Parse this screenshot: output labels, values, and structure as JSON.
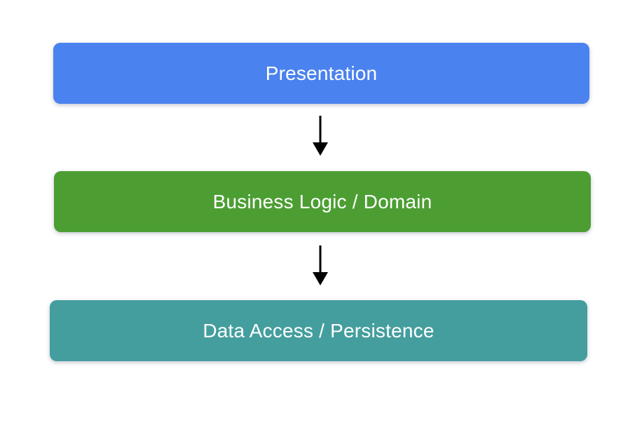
{
  "diagram": {
    "kind": "layered-architecture",
    "background_color": "#ffffff",
    "text_color": "#ffffff",
    "arrow_color": "#000000",
    "layers": [
      {
        "id": "presentation",
        "label": "Presentation",
        "color": "#4a82ef"
      },
      {
        "id": "business",
        "label": "Business Logic / Domain",
        "color": "#4c9e33"
      },
      {
        "id": "data",
        "label": "Data Access / Persistence",
        "color": "#449e9e"
      }
    ]
  }
}
